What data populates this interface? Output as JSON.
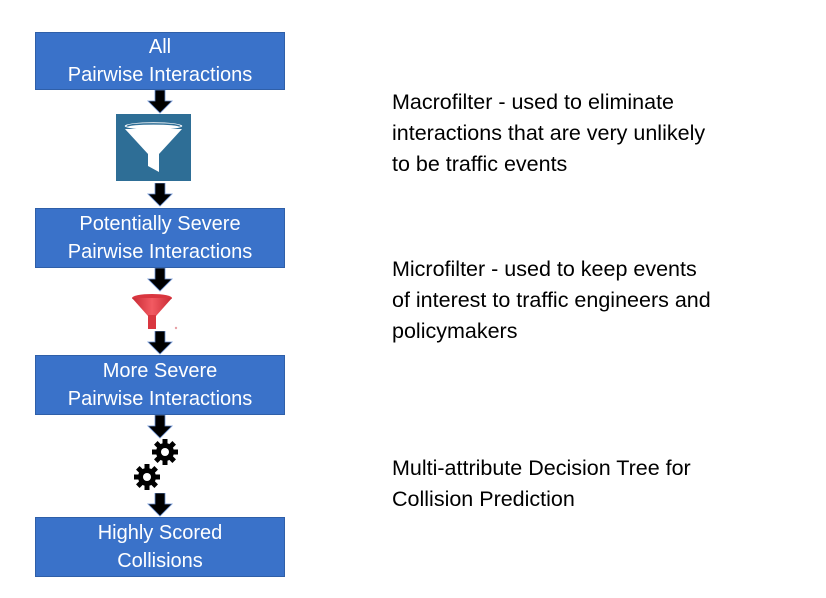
{
  "boxes": [
    {
      "line1": "All",
      "line2": "Pairwise Interactions"
    },
    {
      "line1": "Potentially Severe",
      "line2": "Pairwise Interactions"
    },
    {
      "line1": "More Severe",
      "line2": "Pairwise Interactions"
    },
    {
      "line1": "Highly Scored",
      "line2": "Collisions"
    }
  ],
  "descriptions": [
    {
      "lines": [
        "Macrofilter - used to eliminate",
        "interactions that are very unlikely",
        "to be traffic events"
      ]
    },
    {
      "lines": [
        "Microfilter - used to keep events",
        "of interest to traffic engineers and",
        "policymakers"
      ]
    },
    {
      "lines": [
        "Multi-attribute Decision Tree for",
        "Collision Prediction"
      ]
    }
  ],
  "icons": {
    "macrofilter": "funnel-icon",
    "microfilter": "funnel-icon",
    "decision_tree": "gears-icon"
  },
  "colors": {
    "box_fill": "#3a72c9",
    "box_text": "#ffffff",
    "macrofilter_tile": "#2e6e96",
    "microfilter_funnel": "#e8424c",
    "arrow": "#000000"
  }
}
